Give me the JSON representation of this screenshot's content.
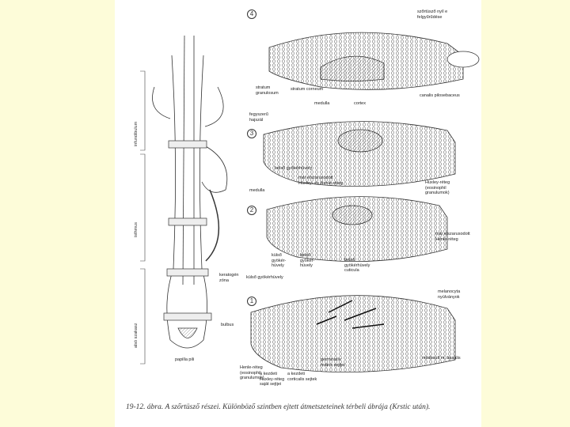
{
  "stages": [
    "4",
    "3",
    "2",
    "1"
  ],
  "zones": {
    "upper": "infundibulum",
    "middle": "isthmus",
    "lower": "alsó szakasz"
  },
  "labels": {
    "opening": "szőrtüsző nyíl e\nfelgyűrűdése",
    "stratum_granulosum": "stratum\ngranulosum",
    "stratum_corneum": "stratum corneum",
    "canalis": "canalis pilosebaceus",
    "medulla_top": "medulla",
    "cortex": "cortex",
    "fegyszerű": "fegyszerű\nhajszál",
    "outer_sheath_a": "belső gyökérhüvely",
    "keratinized": "már elszarusodott\nHuxley- és Henle-réteg",
    "huxley": "Huxley-réteg\n(eosinophil\ngranulumok)",
    "medulla_mid": "medulla",
    "henle_keratin": "már elszarusodott\nHenle-réteg",
    "outer_root": "külső\ngyökér-\nhüvely",
    "inner_root": "belső\ngyökér-\nhüvely",
    "inner_cuticle": "belső\ngyökérhüvely\ncuticula",
    "keratogen": "keratogén\nzóna",
    "outer_root_sheath": "külső gyökérhüvely",
    "melanocyta": "melanocyta\nnyúlványok",
    "bulbus": "bulbus",
    "papilla": "papilla pili",
    "henle_layer": "Henle-réteg\n(eosinophil\ngranulumok)",
    "huxley_own": "a kezdeti\nHuxley-réteg\nsaját sejtjei",
    "cortex_cells": "a kezdeti\ncorticalis sejtek",
    "germinative": "germinatív\nmátrix sejtjei",
    "basal": "módosult m. basalis"
  },
  "caption": "19-12. ábra. A szőrtüsző részei. Különböző szintben ejtett átmetszeteinek térbeli ábrája (Krstic után)."
}
